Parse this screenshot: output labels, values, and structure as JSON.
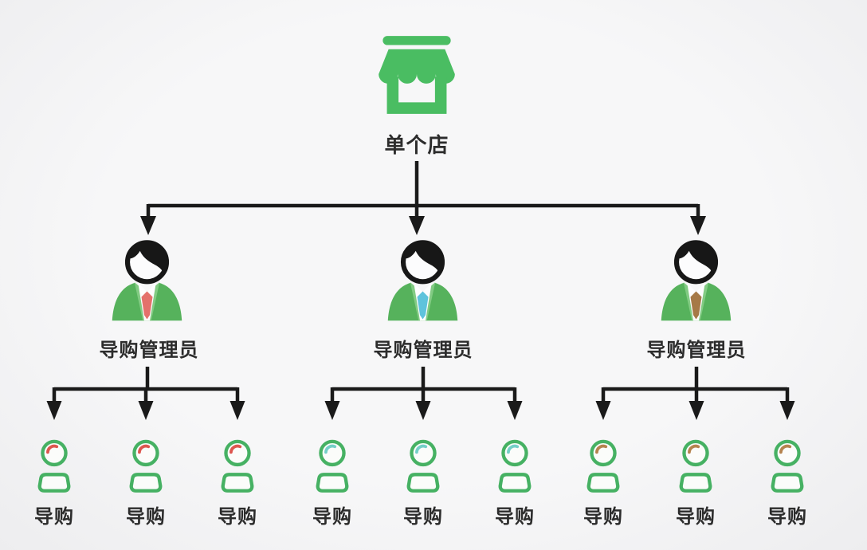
{
  "root": {
    "label": "单个店",
    "icon": "storefront-icon"
  },
  "managers": [
    {
      "label": "导购管理员",
      "tie_color": "#e4716b",
      "accent_color": "#dd564e",
      "guides": [
        {
          "label": "导购"
        },
        {
          "label": "导购"
        },
        {
          "label": "导购"
        }
      ]
    },
    {
      "label": "导购管理员",
      "tie_color": "#5fc3dc",
      "accent_color": "#74cfc7",
      "guides": [
        {
          "label": "导购"
        },
        {
          "label": "导购"
        },
        {
          "label": "导购"
        }
      ]
    },
    {
      "label": "导购管理员",
      "tie_color": "#a67947",
      "accent_color": "#b5834e",
      "guides": [
        {
          "label": "导购"
        },
        {
          "label": "导购"
        },
        {
          "label": "导购"
        }
      ]
    }
  ],
  "colors": {
    "brand_green": "#4abd62",
    "guide_outline_green": "#46b163",
    "jacket_green": "#56b25c",
    "lapel_green": "#82cb83",
    "line_black": "#1a1a1a",
    "text": "#2c2c2c",
    "background": "#f6f6f7"
  }
}
